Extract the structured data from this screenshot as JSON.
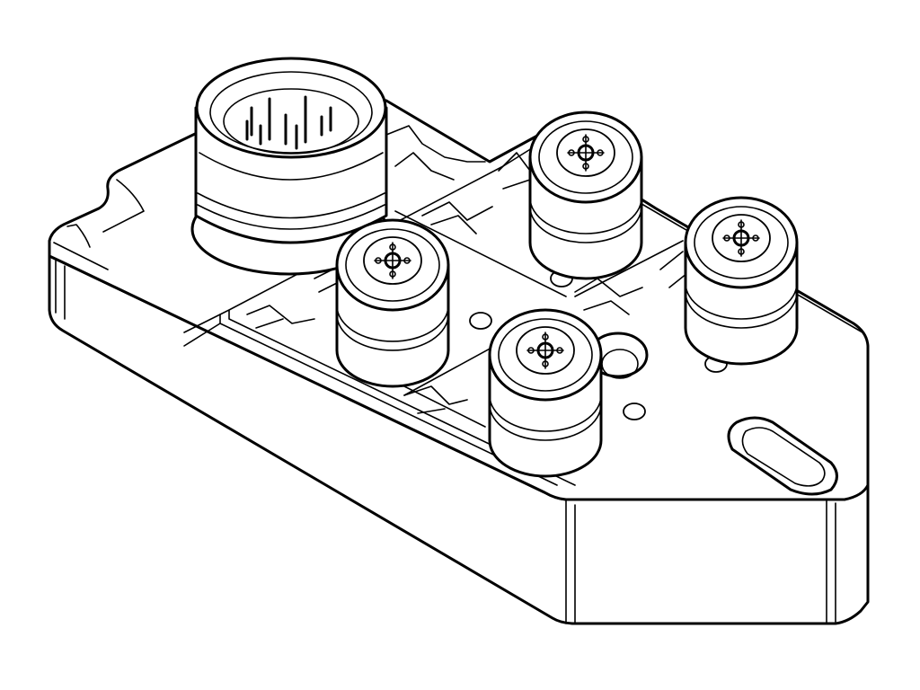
{
  "drawing": {
    "line_color": "#000000",
    "background_color": "#ffffff",
    "subject": "connector-distribution-block",
    "small_connector_count": 4,
    "main_connector_count": 1
  }
}
